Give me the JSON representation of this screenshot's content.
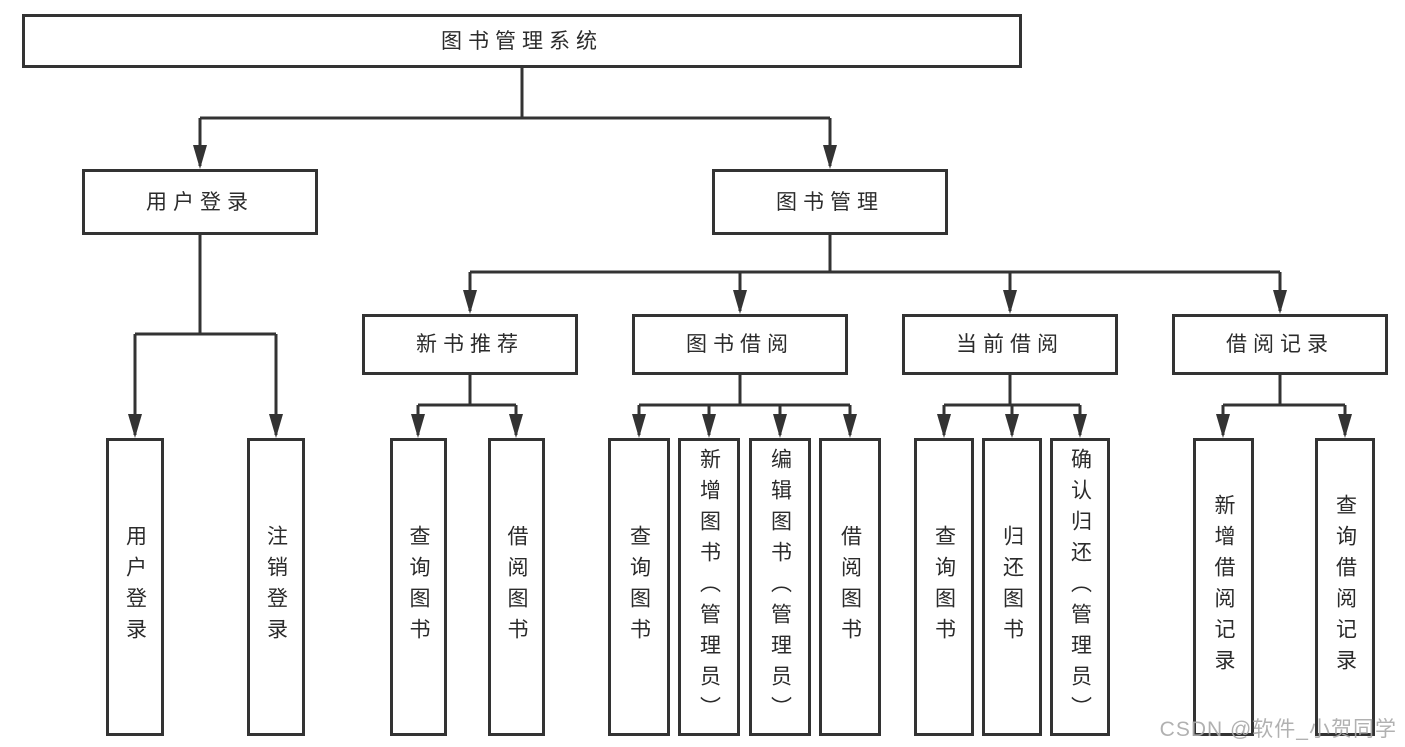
{
  "diagram": {
    "type": "hierarchy-flowchart",
    "tree": {
      "label": "图书管理系统",
      "children": [
        {
          "label": "用户登录",
          "children": [
            {
              "label": "用户登录"
            },
            {
              "label": "注销登录"
            }
          ]
        },
        {
          "label": "图书管理",
          "children": [
            {
              "label": "新书推荐",
              "children": [
                {
                  "label": "查询图书"
                },
                {
                  "label": "借阅图书"
                }
              ]
            },
            {
              "label": "图书借阅",
              "children": [
                {
                  "label": "查询图书"
                },
                {
                  "label": "新增图书（管理员）"
                },
                {
                  "label": "编辑图书（管理员）"
                },
                {
                  "label": "借阅图书"
                }
              ]
            },
            {
              "label": "当前借阅",
              "children": [
                {
                  "label": "查询图书"
                },
                {
                  "label": "归还图书"
                },
                {
                  "label": "确认归还（管理员）"
                }
              ]
            },
            {
              "label": "借阅记录",
              "children": [
                {
                  "label": "新增借阅记录"
                },
                {
                  "label": "查询借阅记录"
                }
              ]
            }
          ]
        }
      ]
    }
  },
  "watermark": {
    "text": "CSDN @软件_小贺同学"
  },
  "colors": {
    "line": "#333333",
    "box_border": "#333333",
    "text": "#2b2b2b",
    "background": "#ffffff",
    "watermark": "#ababab"
  }
}
